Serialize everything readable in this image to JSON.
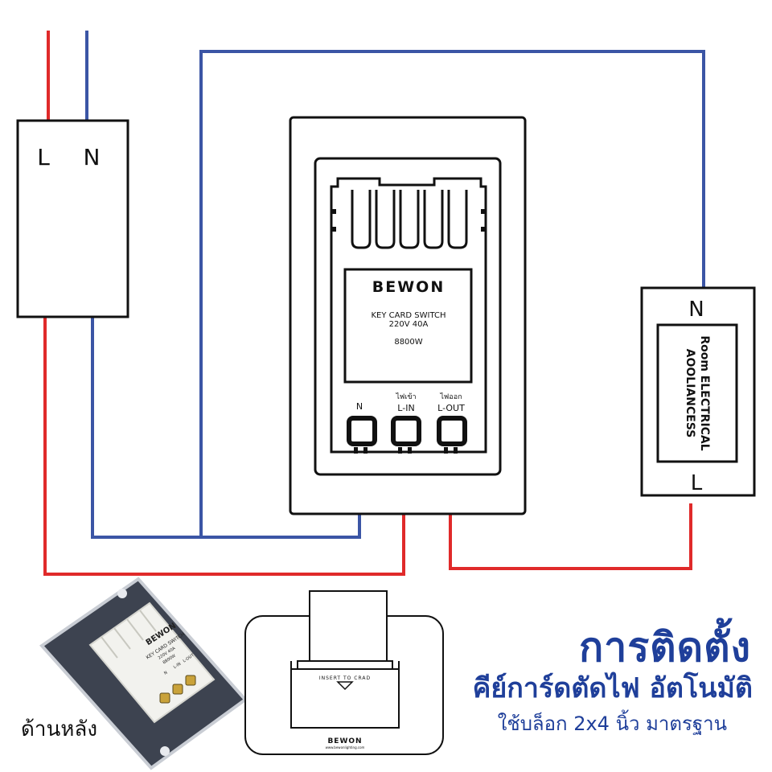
{
  "breaker": {
    "label_l": "L",
    "label_n": "N"
  },
  "switch": {
    "brand": "BEWON",
    "product": "KEY CARD SWITCH",
    "rating": "220V 40A",
    "power": "8800W",
    "terminals": [
      {
        "thai": "",
        "label": "N"
      },
      {
        "thai": "ไฟเข้า",
        "label": "L-IN"
      },
      {
        "thai": "ไฟออก",
        "label": "L-OUT"
      }
    ]
  },
  "load": {
    "label_n": "N",
    "label_l": "L",
    "line1": "Room ELECTRICAL",
    "line2": "AOOLIANCESS"
  },
  "back_view": {
    "label": "ด้านหลัง",
    "brand": "BEWON",
    "product": "KEY CARD SWITCH",
    "rating": "220V 40A",
    "power": "8800W",
    "t_n": "N",
    "t_lin": "L-IN",
    "t_lout": "L-OUT"
  },
  "card_slot": {
    "insert_text": "INSERT TO CRAD",
    "brand": "BEWON",
    "url": "www.bewonlighting.com"
  },
  "caption": {
    "title": "การติดตั้ง",
    "subtitle": "คีย์การ์ดตัดไฟ อัตโนมัติ",
    "note": "ใช้บล็อก 2x4 นิ้ว มาตรฐาน"
  },
  "colors": {
    "live": "#e02a2a",
    "neutral": "#3b55a5",
    "text_blue": "#1f3f9a"
  }
}
